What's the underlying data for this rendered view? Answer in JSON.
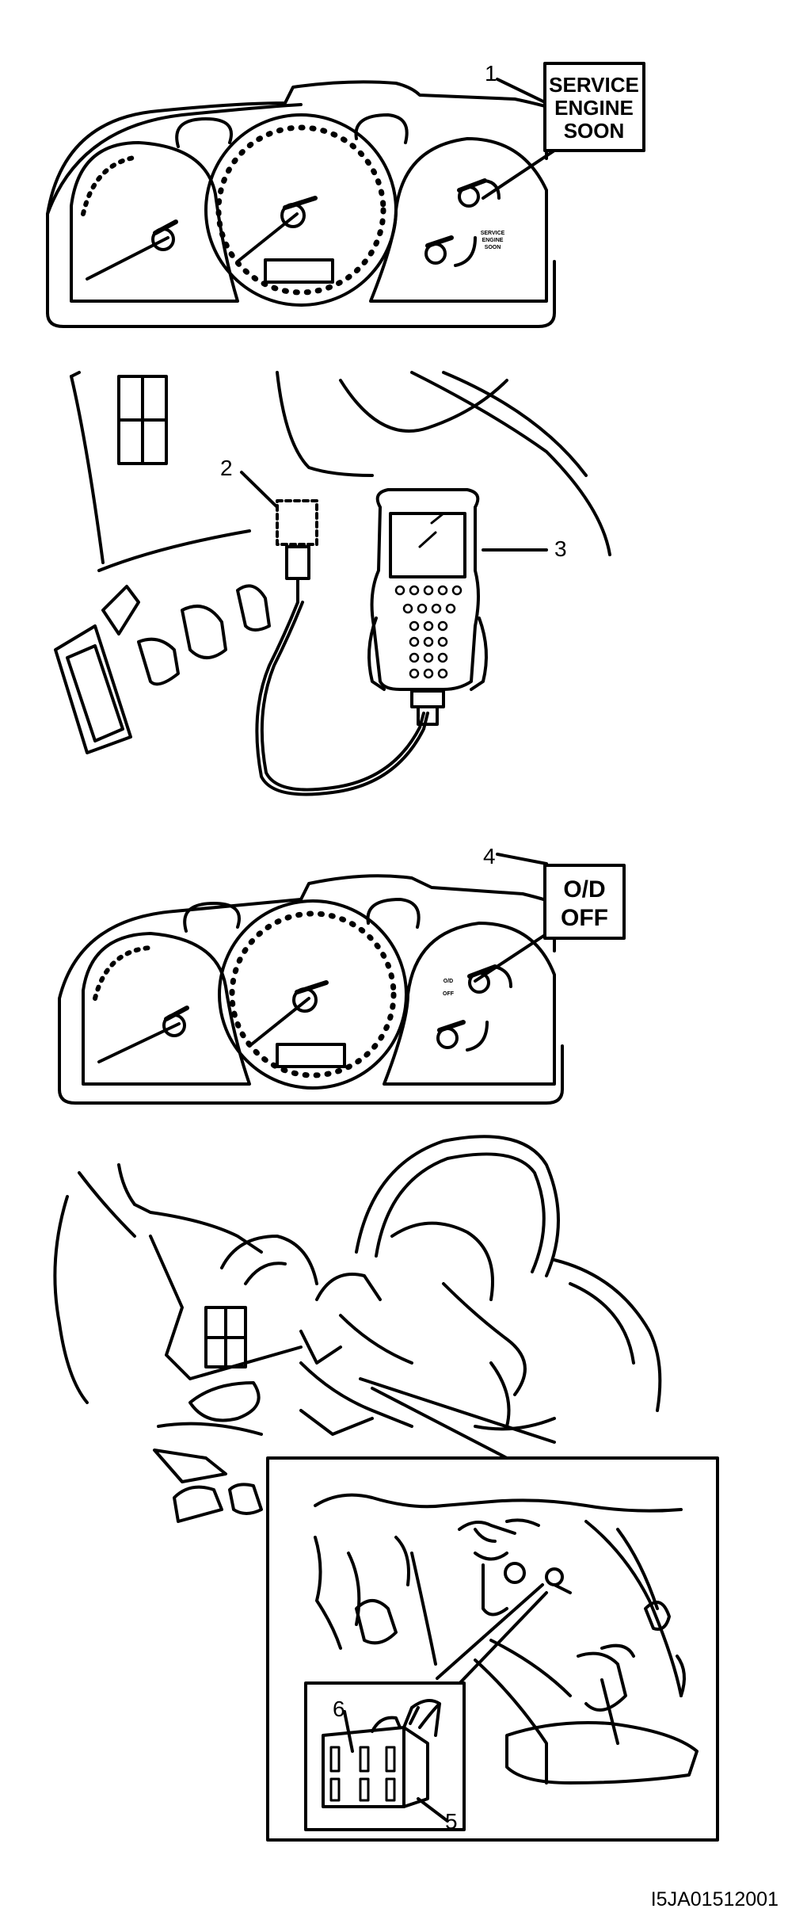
{
  "figure_code": "I5JA01512001",
  "callouts": {
    "c1": "1",
    "c2": "2",
    "c3": "3",
    "c4": "4",
    "c5": "5",
    "c6": "6"
  },
  "labels": {
    "service_line1": "SERVICE",
    "service_line2": "ENGINE",
    "service_line3": "SOON",
    "od_line1": "O/D",
    "od_line2": "OFF",
    "gauge_small_1": "SERVICE",
    "gauge_small_2": "ENGINE",
    "gauge_small_3": "SOON",
    "gauge_od_1": "O/D",
    "gauge_od_2": "OFF"
  }
}
